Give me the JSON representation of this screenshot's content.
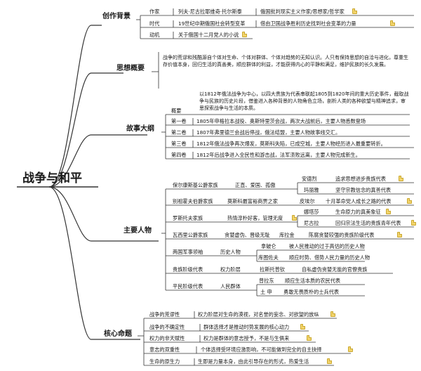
{
  "root": "战争与和平",
  "branches": {
    "creation": {
      "title": "创作背景",
      "rows": [
        {
          "label": "作家",
          "value": "列夫·尼古拉耶维奇·托尔斯泰",
          "note": "俄国批判现实主义作家/思想家/哲学家"
        },
        {
          "label": "时代",
          "value": "19世纪中期俄国社会转型变革",
          "note": "借由卫国战争胜利历史找到社会变革的力量"
        },
        {
          "label": "动机",
          "value": "关于俄国十二月党人的小说"
        }
      ]
    },
    "thought": {
      "title": "思想概要",
      "text": "战争的荒谬和残酷源自个体对生命、个体对群体、个体对趋势的无知认识。人只有保持思想的自洽与进化，尊重生存价值本身，回归生活的真善美，顺应群体的利益，才能获得内心的平静和满足，维护民族的长久发展。"
    },
    "plot": {
      "title": "故事大纲",
      "overview_label": "概要",
      "overview": "以1812年俄法战争为中心，以四大贵族为代表串联起1805到1820年间的重大历史事件，截取战争与民族的历史片段，借鉴进入各种背景的人物角色立场，剖析人类的各种欲望与精神追求，审思探索战争与生活的本质。",
      "volumes": [
        {
          "label": "第一卷",
          "text": "1805年申格拉本战役、奥斯特里茨会战，两次大战前后，主要人物悉数登场"
        },
        {
          "label": "第二卷",
          "text": "1807年弗里德兰会战后停战，俄法结盟，主要人物故事线交汇。"
        },
        {
          "label": "第三卷",
          "text": "1812年俄法战争再次爆发，莫斯科失陷，已成空城，主要人物经历进入最重要转折。"
        },
        {
          "label": "第四卷",
          "text": "1812年后战争进入全民性和游击战，法军溃败远离，主要人物完成新生。"
        }
      ]
    },
    "characters": {
      "title": "主要人物",
      "families": [
        {
          "name": "保尔康斯基公爵家族",
          "trait": "正直、爱国、孤傲",
          "members": [
            {
              "name": "安德烈",
              "desc": "追求思想进步贵族代表"
            },
            {
              "name": "玛丽雅",
              "desc": "坚守宗教信念的真善代表"
            }
          ]
        },
        {
          "name": "别祖霍夫伯爵家族",
          "trait": "莫斯科最富裕商贾之家",
          "members": [
            {
              "name": "皮埃尔",
              "desc": "十月革命党人成长之路的代表"
            }
          ]
        },
        {
          "name": "罗斯托夫家族",
          "trait": "热情淳朴好客，管理无度",
          "members": [
            {
              "name": "娜塔莎",
              "desc": "生命原力的真美象征"
            },
            {
              "name": "尼古拉",
              "desc": "回归宗法生活的贵族青年代表"
            }
          ]
        },
        {
          "name": "瓦西里公爵家族",
          "trait": "贪婪虚伪、晋级无耻",
          "members": [
            {
              "name": "库拉金",
              "desc": "陈腐贪婪较强的贵族阶级代表"
            }
          ]
        },
        {
          "name": "两国军事领袖",
          "trait": "历史人物",
          "members": [
            {
              "name": "拿破仑",
              "desc": "被人民推动的过于高估的历史人物"
            },
            {
              "name": "库图佐夫",
              "desc": "顺应时势、借势人民力量的历史人物"
            }
          ]
        },
        {
          "name": "贵族阶级代表",
          "trait": "权力阶层",
          "members": [
            {
              "name": "拉斯托普钦",
              "desc": "自私虚伪贪婪无能的官僚贵族"
            }
          ]
        },
        {
          "name": "平民阶级代表",
          "trait": "人民群体",
          "members": [
            {
              "name": "普拉东",
              "desc": "顺应生活本质的农民代表"
            },
            {
              "name": "土 申",
              "desc": "勇敢无畏质朴的士兵代表"
            }
          ]
        }
      ]
    },
    "core": {
      "title": "核心命题",
      "rows": [
        {
          "label": "战争的荒谬性",
          "text": "权力阶层对生命的漠视，对名誉的妄念、对欲望的放纵"
        },
        {
          "label": "战争的不确定性",
          "text": "群体选择才是推动时势发展的核心动力"
        },
        {
          "label": "权力的非天赋性",
          "text": "权力是群体的意志授予，不是与生俱来"
        },
        {
          "label": "意志的双重性",
          "text": "个体选择受环境应激影响，不可能做到完全的自主抉择"
        },
        {
          "label": "生命的原生力",
          "text": "生即是力量本身，由此引导存在的形式，热爱生活"
        }
      ]
    }
  }
}
